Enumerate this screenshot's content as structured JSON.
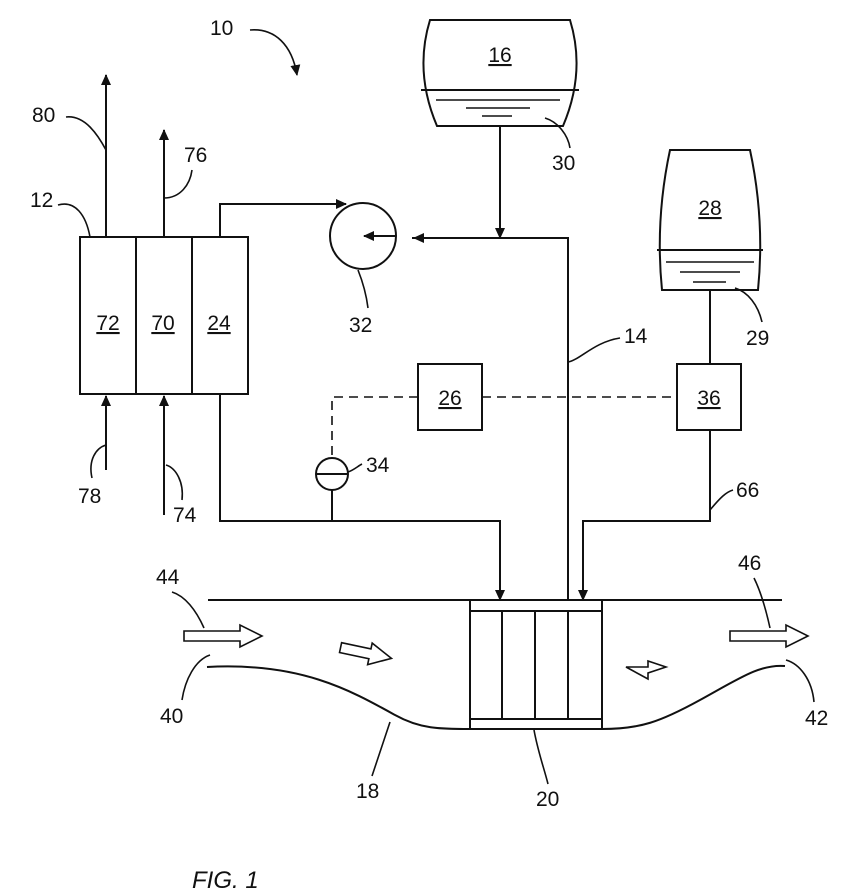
{
  "figure": {
    "caption": "FIG. 1",
    "system_ref": "10"
  },
  "components": {
    "tank_16": "16",
    "tank_28": "28",
    "unit_72": "72",
    "unit_70": "70",
    "unit_24": "24",
    "controller_26": "26",
    "unit_36": "36"
  },
  "refs": {
    "r80": "80",
    "r76": "76",
    "r12": "12",
    "r78": "78",
    "r74": "74",
    "r30": "30",
    "r29": "29",
    "r32": "32",
    "r14": "14",
    "r34": "34",
    "r66": "66",
    "r44": "44",
    "r46": "46",
    "r40": "40",
    "r42": "42",
    "r18": "18",
    "r20": "20"
  }
}
